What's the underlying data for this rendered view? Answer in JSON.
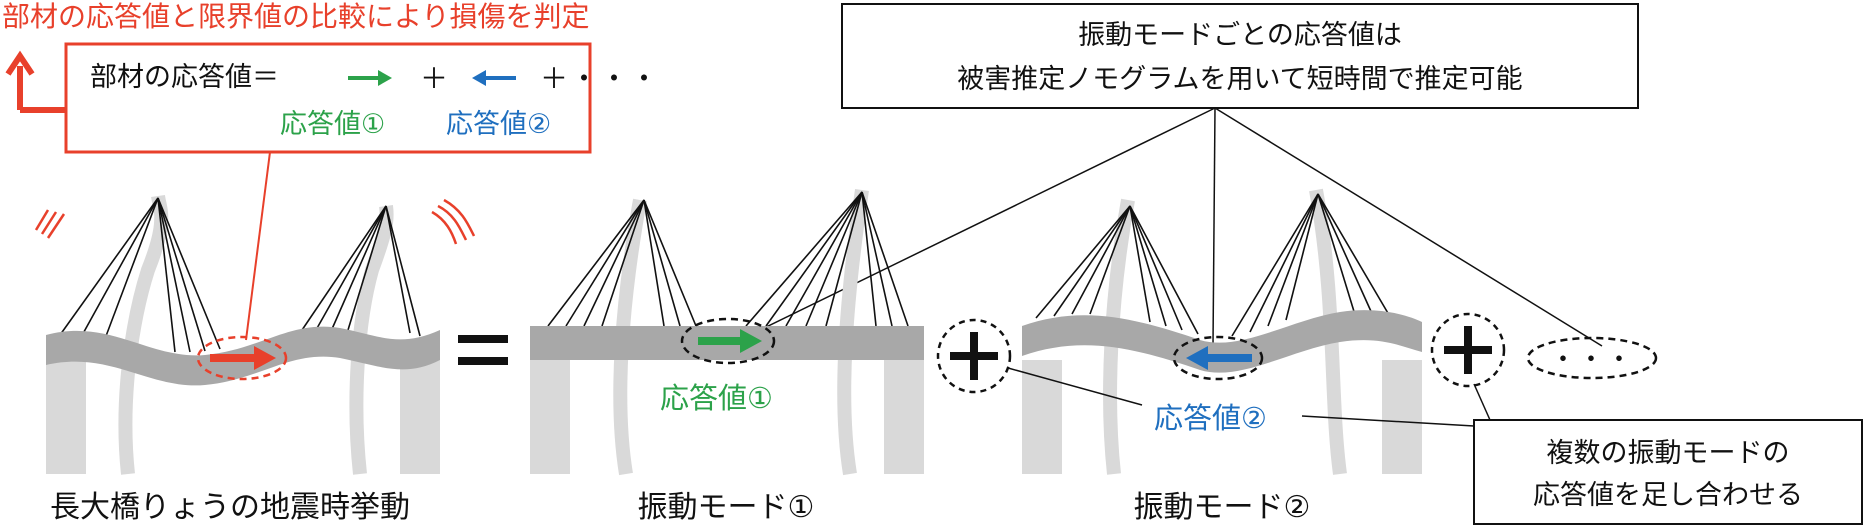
{
  "header": {
    "title": "部材の応答値と限界値の比較により損傷を判定",
    "title_color": "#e8402b"
  },
  "formula_box": {
    "line1_prefix": "部材の応答値＝",
    "arrow_green": "→",
    "plus1": "＋",
    "arrow_blue": "←",
    "plus_tail": "＋・・・",
    "label_green": "応答値①",
    "label_blue": "応答値②"
  },
  "top_note": {
    "line1": "振動モードごとの応答値は",
    "line2": "被害推定ノモグラムを用いて短時間で推定可能"
  },
  "bottom_note": {
    "line1": "複数の振動モードの",
    "line2": "応答値を足し合わせる"
  },
  "captions": {
    "left": "長大橋りょうの地震時挙動",
    "mid": "振動モード①",
    "right": "振動モード②"
  },
  "mode_labels": {
    "response1": "応答値①",
    "response2": "応答値②"
  },
  "operators": {
    "equals": "＝",
    "plus": "＋",
    "ellipsis": "・・・"
  },
  "colors": {
    "red": "#e8402b",
    "green": "#2ca24a",
    "blue": "#1f6fbf",
    "deck": "#a8a8a8",
    "tower": "#d9d9d9",
    "cable": "#111111"
  }
}
